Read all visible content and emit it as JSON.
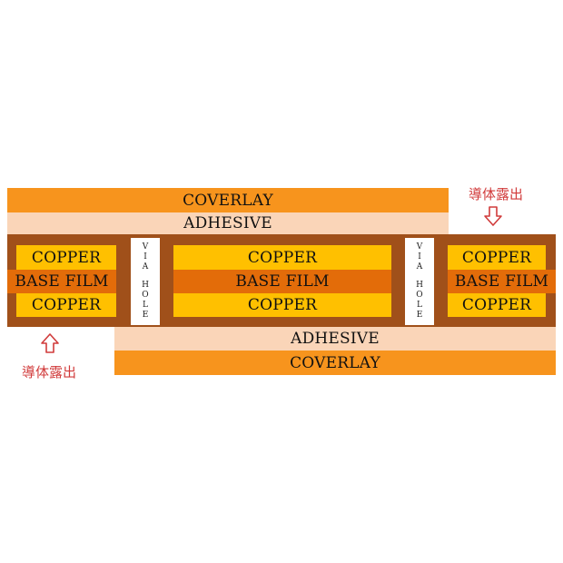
{
  "layers": {
    "top_coverlay": "COVERLAY",
    "top_adhesive": "ADHESIVE",
    "bottom_adhesive": "ADHESIVE",
    "bottom_coverlay": "COVERLAY"
  },
  "sections": {
    "left": {
      "copper_top": "COPPER",
      "base_film": "BASE FILM",
      "copper_bottom": "COPPER"
    },
    "middle": {
      "copper_top": "COPPER",
      "base_film": "BASE FILM",
      "copper_bottom": "COPPER"
    },
    "right": {
      "copper_top": "COPPER",
      "base_film": "BASE FILM",
      "copper_bottom": "COPPER"
    }
  },
  "via_hole": {
    "word1": [
      "V",
      "I",
      "A"
    ],
    "word2": [
      "H",
      "O",
      "L",
      "E"
    ]
  },
  "callouts": {
    "top_right": "導体露出",
    "bottom_left": "導体露出"
  },
  "colors": {
    "coverlay": "#f7941d",
    "adhesive": "#fad5b8",
    "plating": "#a0501a",
    "copper": "#ffc000",
    "base_film": "#e36c09",
    "callout": "#d13b3b"
  }
}
